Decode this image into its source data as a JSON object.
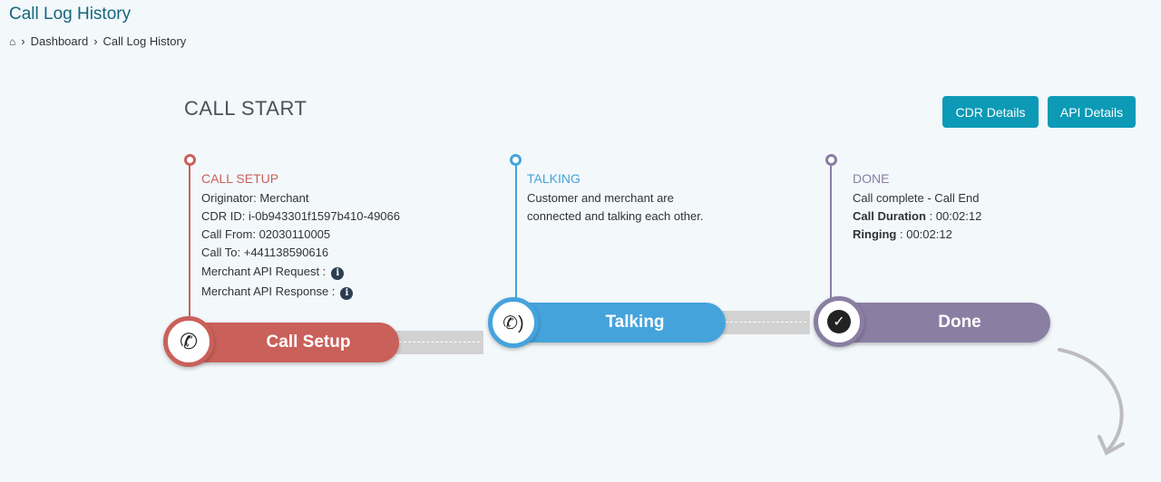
{
  "header": {
    "title": "Call Log History",
    "breadcrumb": [
      "Dashboard",
      "Call Log History"
    ]
  },
  "section_title": "CALL START",
  "buttons": {
    "cdr": "CDR Details",
    "api": "API Details"
  },
  "steps": [
    {
      "heading": "CALL SETUP",
      "label": "Call Setup",
      "color": "#c9605a",
      "lines": [
        {
          "k": "Originator:",
          "v": " Merchant"
        },
        {
          "k": "CDR ID:",
          "v": " i-0b943301f1597b410-49066"
        },
        {
          "k": "Call From:",
          "v": " 02030110005"
        },
        {
          "k": "Call To:",
          "v": " +441138590616"
        },
        {
          "k": "Merchant API Request :",
          "v": ""
        },
        {
          "k": "Merchant API Response :",
          "v": ""
        }
      ]
    },
    {
      "heading": "TALKING",
      "label": "Talking",
      "color": "#45a3dc",
      "text": [
        "Customer and merchant are",
        "connected and talking each other."
      ]
    },
    {
      "heading": "DONE",
      "label": "Done",
      "color": "#8a7ea3",
      "text": [
        "Call complete - Call End"
      ],
      "lines": [
        {
          "k": "Call Duration",
          "v": " : 00:02:12"
        },
        {
          "k": "Ringing",
          "v": " : 00:02:12"
        }
      ]
    }
  ]
}
